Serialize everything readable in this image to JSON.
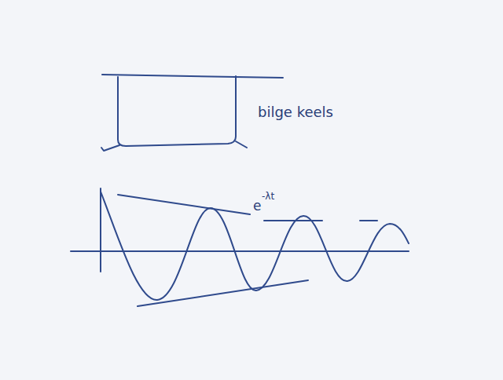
{
  "diagram": {
    "labels": [
      "bilge keels",
      "e",
      "-λt"
    ]
  }
}
